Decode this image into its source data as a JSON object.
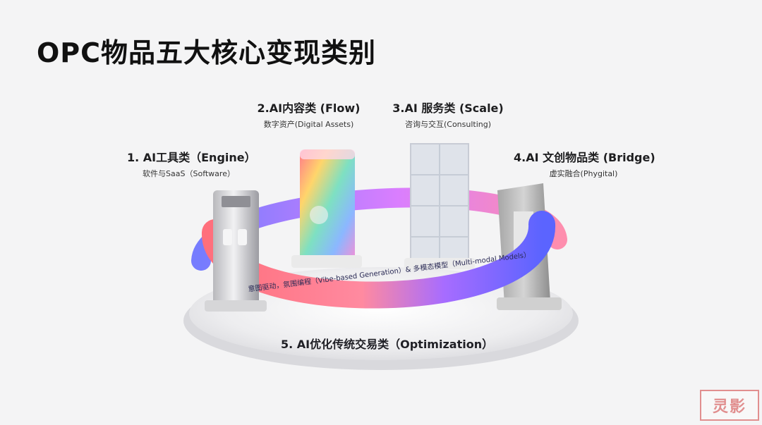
{
  "slide": {
    "title": "OPC物品五大核心变现类别"
  },
  "categories": [
    {
      "id": 1,
      "title": "1. AI工具类（Engine）",
      "subtitle": "软件与SaaS（Software）"
    },
    {
      "id": 2,
      "title": "2.AI内容类 (Flow)",
      "subtitle": "数字资产(Digital Assets)"
    },
    {
      "id": 3,
      "title": "3.AI 服务类 (Scale)",
      "subtitle": "咨询与交互(Consulting)"
    },
    {
      "id": 4,
      "title": "4.AI 文创物品类 (Bridge)",
      "subtitle": "虚实融合(Phygital)"
    },
    {
      "id": 5,
      "title": "5. AI优化传统交易类（Optimization）"
    }
  ],
  "ring": {
    "text": "意图驱动，氛围编程（Vibe-based Generation）& 多模态模型（Multi-modal Models）"
  },
  "watermark": {
    "text": "灵影"
  },
  "colors": {
    "background": "#f4f4f5",
    "ring_start": "#ff6f7c",
    "ring_mid": "#a76cff",
    "ring_end": "#5b64ff",
    "stamp": "#e18f8f"
  }
}
